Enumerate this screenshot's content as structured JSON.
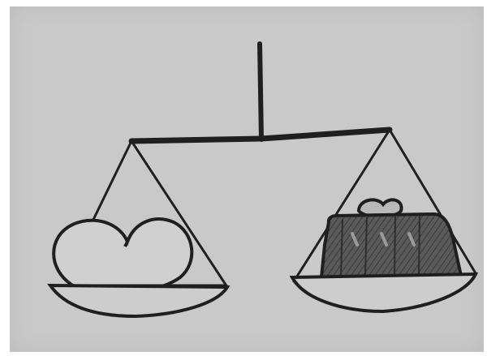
{
  "illustration": {
    "subject": "balance scale",
    "left_pan_item": "heart",
    "right_pan_item": "bag",
    "colors": {
      "paper": "#c9c9c9",
      "ink": "#1f1f1f",
      "bag_fill": "#4e4e4e"
    }
  }
}
